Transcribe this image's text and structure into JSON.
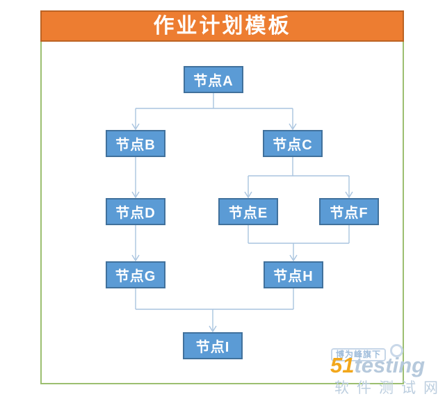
{
  "header": {
    "title": "作业计划模板",
    "banner_color": "#ED7D31",
    "banner_border_color": "#BC6323"
  },
  "frame": {
    "border_color": "#9CBF70"
  },
  "diagram": {
    "type": "flowchart",
    "node_style": {
      "fill": "#5B9BD5",
      "border": "#41719C",
      "text_color": "#FFFFFF"
    },
    "connector_color": "#A9C4DF",
    "nodes": [
      {
        "id": "A",
        "label": "节点A"
      },
      {
        "id": "B",
        "label": "节点B"
      },
      {
        "id": "C",
        "label": "节点C"
      },
      {
        "id": "D",
        "label": "节点D"
      },
      {
        "id": "E",
        "label": "节点E"
      },
      {
        "id": "F",
        "label": "节点F"
      },
      {
        "id": "G",
        "label": "节点G"
      },
      {
        "id": "H",
        "label": "节点H"
      },
      {
        "id": "I",
        "label": "节点I"
      }
    ],
    "edges": [
      "A→B",
      "A→C",
      "B→D",
      "C→E",
      "C→F",
      "D→G",
      "E→H",
      "F→H",
      "G→I",
      "H→I"
    ]
  },
  "watermark": {
    "badge": "博为峰旗下",
    "logo_prefix": "51",
    "logo_mid": "test",
    "logo_end": "ing",
    "site_name": "软件测试网",
    "logo_prefix_color": "#F2A71B",
    "logo_suffix_color": "#B6C9DC"
  }
}
